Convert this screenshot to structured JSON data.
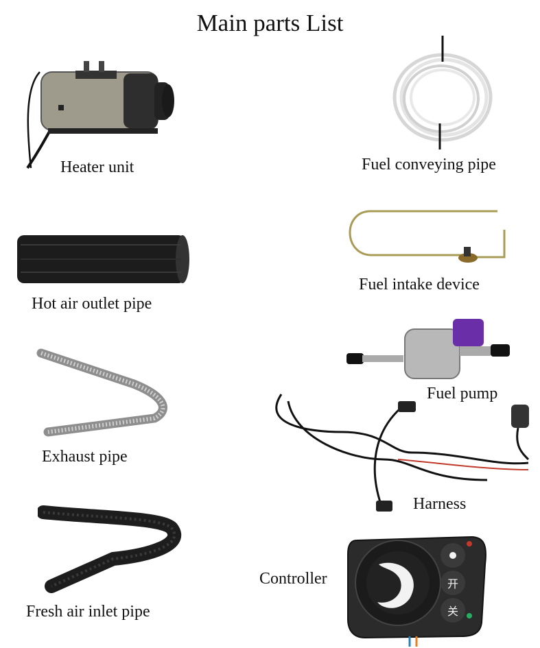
{
  "title": "Main parts List",
  "parts": {
    "heater_unit": "Heater unit",
    "fuel_conveying_pipe": "Fuel conveying pipe",
    "hot_air_outlet_pipe": "Hot air outlet pipe",
    "fuel_intake_device": "Fuel intake device",
    "exhaust_pipe": "Exhaust pipe",
    "fuel_pump": "Fuel pump",
    "harness": "Harness",
    "fresh_air_inlet_pipe": "Fresh air inlet pipe",
    "controller": "Controller"
  },
  "controller_buttons": {
    "on": "开",
    "off": "关"
  }
}
